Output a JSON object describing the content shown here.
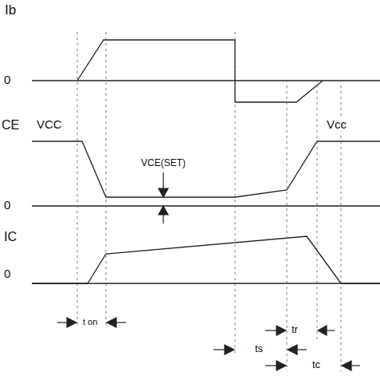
{
  "diagram": {
    "labels": [
      "Ib",
      "0",
      "CE",
      "VCC",
      "VCE(SET)",
      "0",
      "IC",
      "0",
      "Vcc",
      "t on",
      "tr",
      "ts",
      "tc"
    ]
  }
}
